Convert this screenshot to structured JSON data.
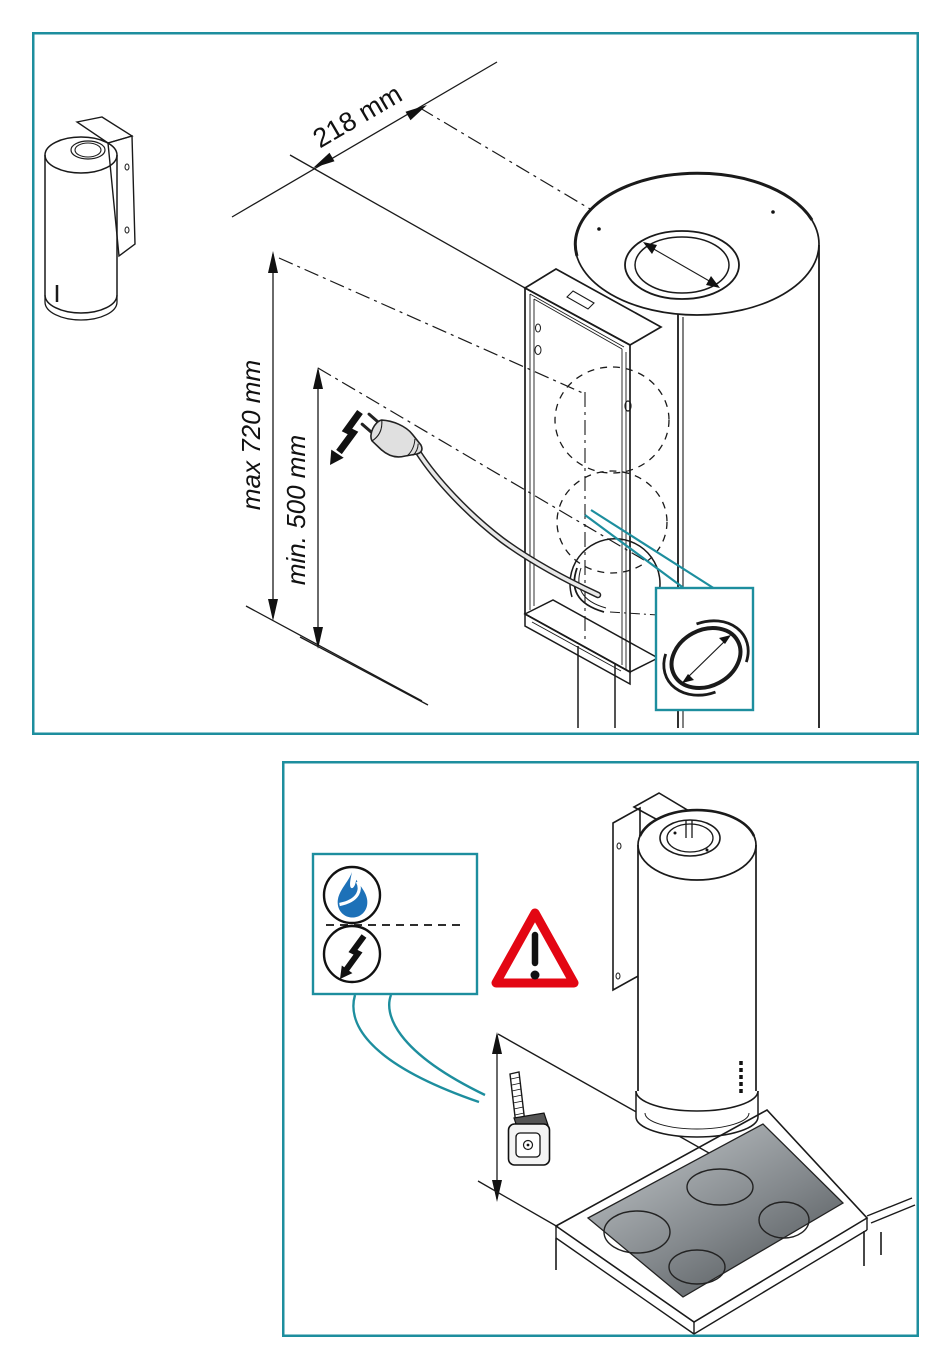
{
  "top_panel": {
    "dim_depth": "218 mm",
    "dim_max_height": "max 720 mm",
    "dim_min_height": "min. 500 mm",
    "icons": {
      "power": "lightning-bolt",
      "plug": "power-plug",
      "detail": "duct-hole-diameter-callout"
    }
  },
  "bottom_panel": {
    "icons": {
      "gas": "gas-flame",
      "electric": "lightning-bolt-circled",
      "warning": "warning-exclamation-triangle"
    }
  },
  "colors": {
    "accent_teal": "#1d8e9e",
    "warning_red": "#e30613",
    "gas_blue": "#1d71b8",
    "line": "#1a1a1a"
  }
}
